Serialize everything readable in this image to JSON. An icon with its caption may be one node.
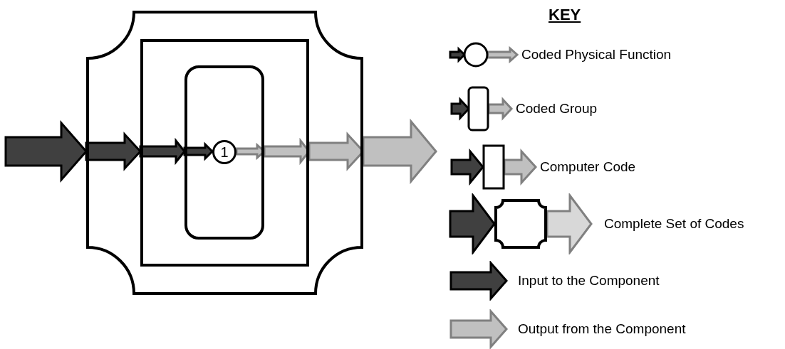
{
  "diagram": {
    "nodes": [
      {
        "text": [],
        "shape": "box"
      },
      {
        "text": [],
        "shape": "box",
        "in": 0
      },
      {
        "text": [],
        "shape": "box",
        "in": 1
      },
      {
        "text": [
          "1"
        ],
        "in": 2
      }
    ],
    "edges": [
      {
        "from": null,
        "to": 0,
        "arrow": "to",
        "style": "thick"
      },
      {
        "from": 0,
        "to": 1,
        "arrow": "to",
        "style": "thick"
      },
      {
        "from": 1,
        "to": 2,
        "arrow": "to",
        "style": "thick"
      },
      {
        "from": 2,
        "to": 3,
        "arrow": "to",
        "style": "thick"
      },
      {
        "from": 3,
        "to": 2,
        "arrow": "to",
        "style": "thick",
        "color": "#c0c0c0"
      },
      {
        "from": 2,
        "to": 1,
        "arrow": "to",
        "style": "thick",
        "color": "#c0c0c0"
      },
      {
        "from": 1,
        "to": 0,
        "arrow": "to",
        "style": "thick",
        "color": "#c0c0c0"
      },
      {
        "from": 0,
        "to": null,
        "arrow": "to",
        "style": "thick",
        "color": "#c0c0c0"
      }
    ],
    "labels": [
      "KEY"
    ],
    "legend": [
      {
        "text": "Coded Physical Function"
      },
      {
        "text": "Coded Group"
      },
      {
        "text": "Computer Code"
      },
      {
        "text": "Complete Set of Codes"
      },
      {
        "text": "Input to the Component"
      },
      {
        "text": "Output from the Component"
      }
    ]
  }
}
